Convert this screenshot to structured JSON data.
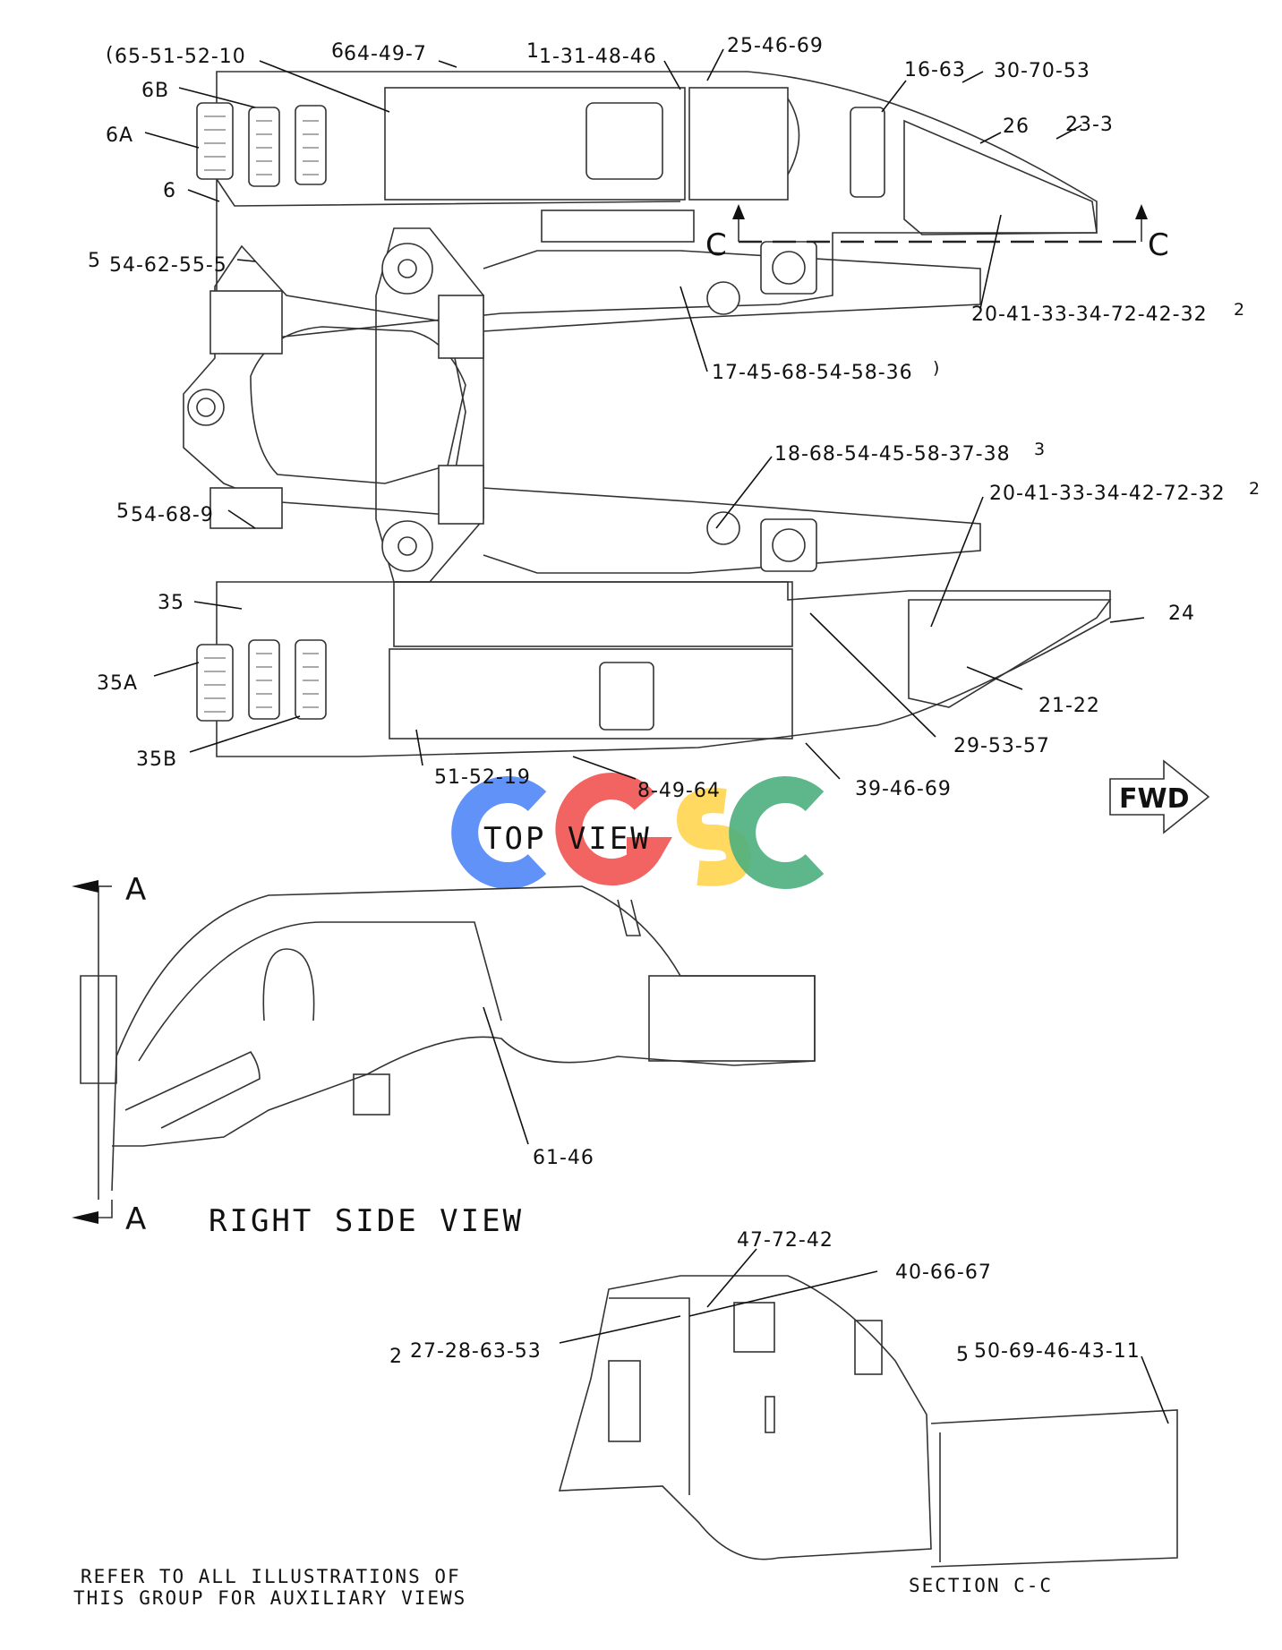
{
  "views": {
    "top": "TOP VIEW",
    "side": "RIGHT SIDE VIEW",
    "section": "SECTION C-C"
  },
  "section_marks": {
    "c": "C",
    "a": "A"
  },
  "direction": "FWD",
  "note": {
    "line1": "REFER TO ALL ILLUSTRATIONS OF",
    "line2": "THIS GROUP FOR AUXILIARY VIEWS"
  },
  "watermark": {
    "text": "CGSC",
    "colors": [
      "#4f86f7",
      "#ef5350",
      "#ffd54f",
      "#4caf7d"
    ]
  },
  "callouts": {
    "c1": "65-51-52-10",
    "c1_pre": "(",
    "c2": "64-49-7",
    "c2_pre": "6",
    "c3": "1-31-48-46",
    "c3_pre": "1",
    "c4": "25-46-69",
    "c5": "16-63",
    "c6": "30-70-53",
    "c7": "6B",
    "c8": "6A",
    "c9": "26",
    "c10": "23-3",
    "c11": "6",
    "c12": "54-62-55-5",
    "c12_pre": "5",
    "c13": "20-41-33-34-72-42-32",
    "c13_sup": "2",
    "c14": "17-45-68-54-58-36",
    "c14_sup": ")",
    "c15": "18-68-54-45-58-37-38",
    "c15_sup": "3",
    "c16": "20-41-33-34-42-72-32",
    "c16_sup": "2",
    "c17": "54-68-9",
    "c17_pre": "5",
    "c18": "35",
    "c19": "24",
    "c20": "35A",
    "c21": "21-22",
    "c22": "35B",
    "c23": "29-53-57",
    "c24": "51-52-19",
    "c25": "8-49-64",
    "c26": "39-46-69",
    "c27": "61-46",
    "c28": "47-72-42",
    "c29": "40-66-67",
    "c30": "27-28-63-53",
    "c30_pre": "2",
    "c31": "50-69-46-43-11",
    "c31_pre": "5"
  }
}
